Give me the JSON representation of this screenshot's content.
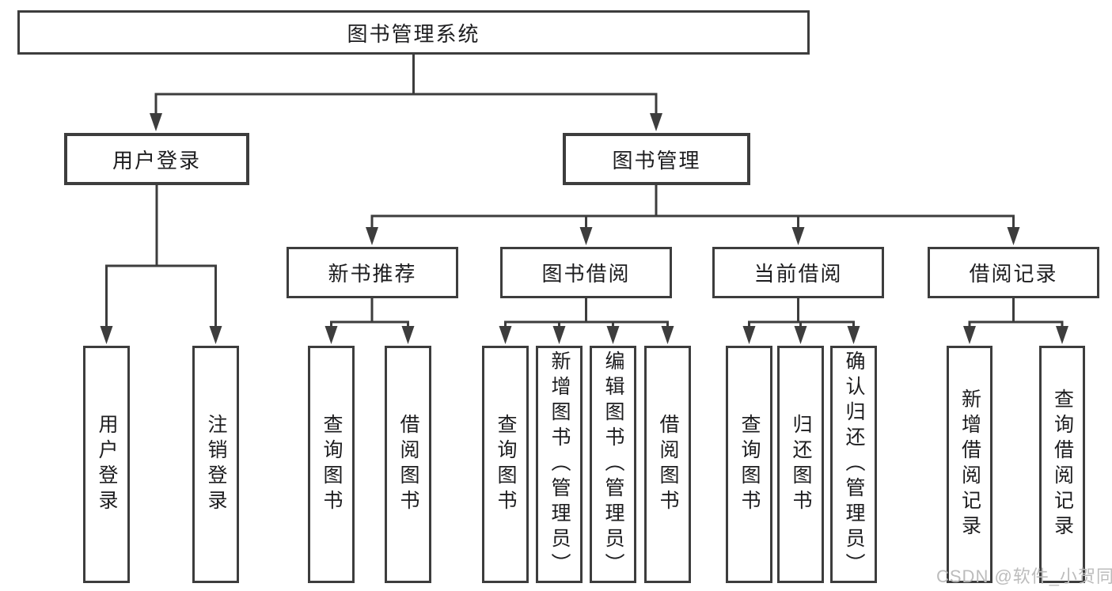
{
  "colors": {
    "line": "#3d3d3d",
    "box_border": "#3d3d3d",
    "text": "#1d1d1f",
    "background": "#ffffff",
    "watermark": "#bcbcbc"
  },
  "watermark": {
    "text": "CSDN @软件_小贺同学"
  },
  "tree": {
    "label": "图书管理系统",
    "children": [
      {
        "label": "用户登录",
        "children": [
          {
            "label": "用户登录"
          },
          {
            "label": "注销登录"
          }
        ]
      },
      {
        "label": "图书管理",
        "children": [
          {
            "label": "新书推荐",
            "children": [
              {
                "label": "查询图书"
              },
              {
                "label": "借阅图书"
              }
            ]
          },
          {
            "label": "图书借阅",
            "children": [
              {
                "label": "查询图书"
              },
              {
                "label": "新增图书（管理员）"
              },
              {
                "label": "编辑图书（管理员）"
              },
              {
                "label": "借阅图书"
              }
            ]
          },
          {
            "label": "当前借阅",
            "children": [
              {
                "label": "查询图书"
              },
              {
                "label": "归还图书"
              },
              {
                "label": "确认归还（管理员）"
              }
            ]
          },
          {
            "label": "借阅记录",
            "children": [
              {
                "label": "新增借阅记录"
              },
              {
                "label": "查询借阅记录"
              }
            ]
          }
        ]
      }
    ]
  }
}
